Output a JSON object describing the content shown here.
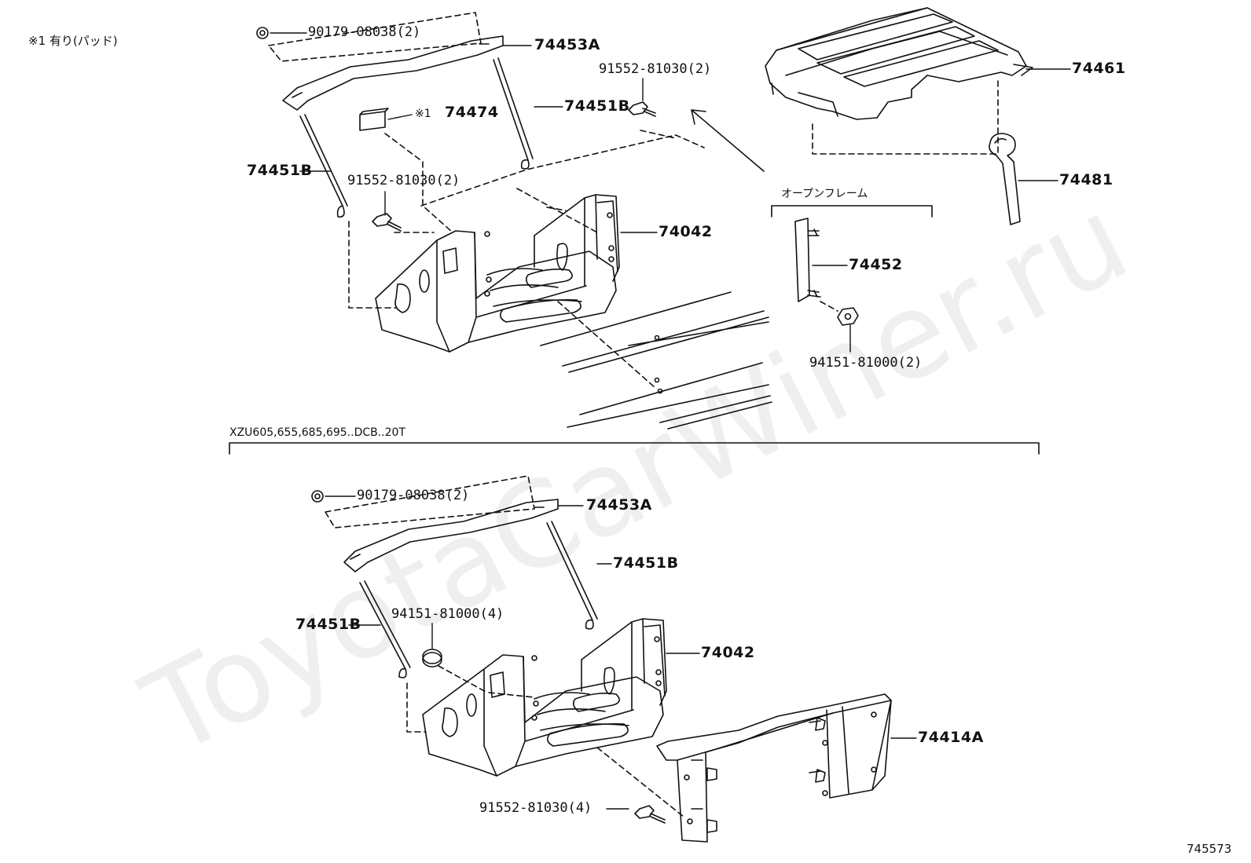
{
  "note": "※1 有り(パッド)",
  "group_label_open_frame": "オープンフレーム",
  "variant_label": "XZU605,655,685,695..DCB..20T",
  "watermark": "ToyotaCarWiner.ru",
  "figure_id": "745573",
  "top_assembly": {
    "nut_90179": "90179-08038(2)",
    "clamp_74453A": "74453A",
    "pad_note_marker": "※1",
    "pad_74474": "74474",
    "rod_right_74451B": "74451B",
    "rod_left_74451B": "74451B",
    "bolt_upper_91552": "91552-81030(2)",
    "bolt_lower_91552": "91552-81030(2)",
    "cover_74461": "74461",
    "strap_74481": "74481",
    "carrier_74042": "74042",
    "bracket_74452": "74452",
    "nut_94151": "94151-81000(2)"
  },
  "bottom_assembly": {
    "nut_90179": "90179-08038(2)",
    "clamp_74453A": "74453A",
    "rod_right_74451B": "74451B",
    "rod_left_74451B": "74451B",
    "nut_94151": "94151-81000(4)",
    "carrier_74042": "74042",
    "bracket_74414A": "74414A",
    "bolt_91552": "91552-81030(4)"
  }
}
